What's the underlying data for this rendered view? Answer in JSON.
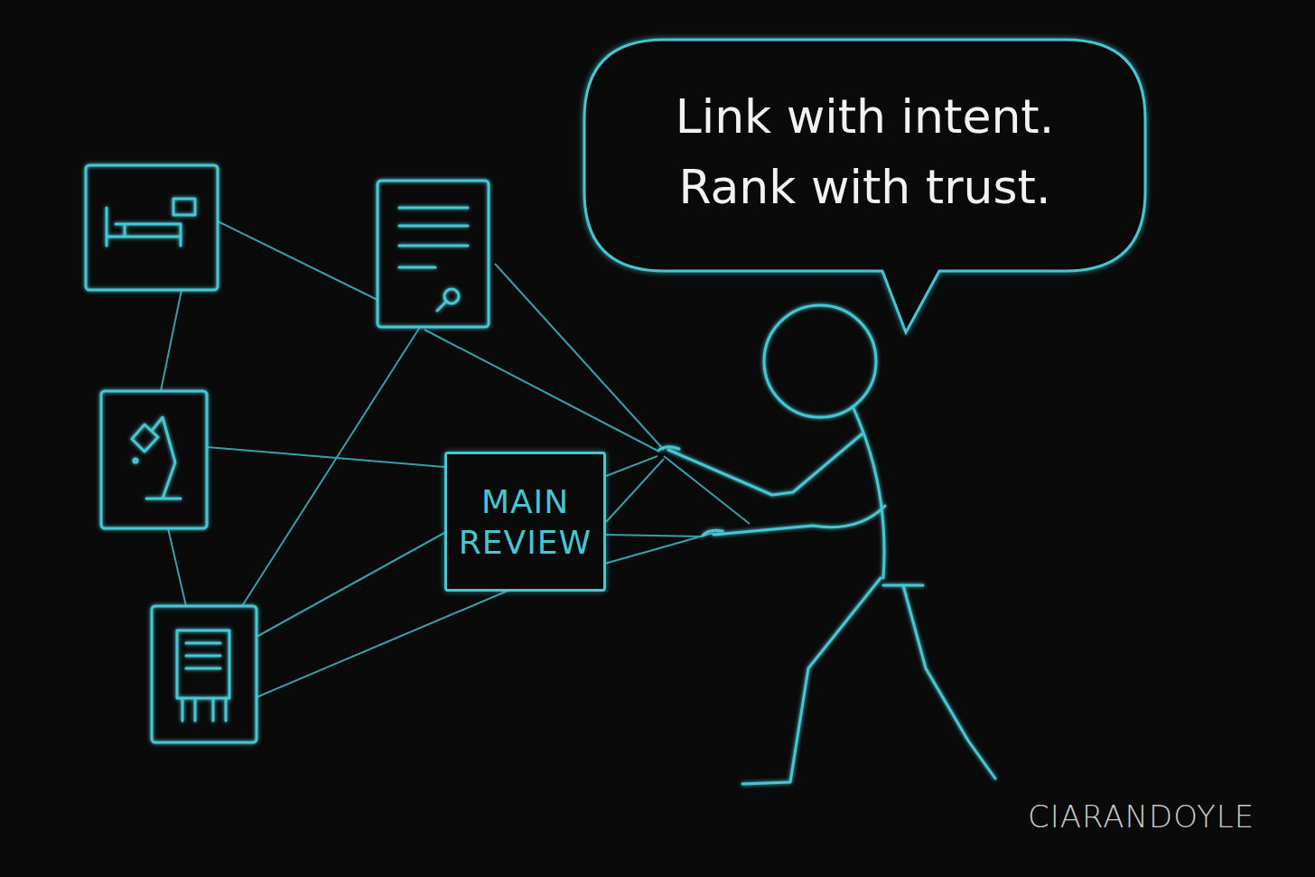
{
  "diagram": {
    "nodes": [
      {
        "text": [
          "Link with intent. Rank with trust."
        ]
      },
      {
        "text": [
          "MAIN REVIEW"
        ]
      }
    ],
    "labels": [
      "CIARANDOYLE"
    ]
  }
}
